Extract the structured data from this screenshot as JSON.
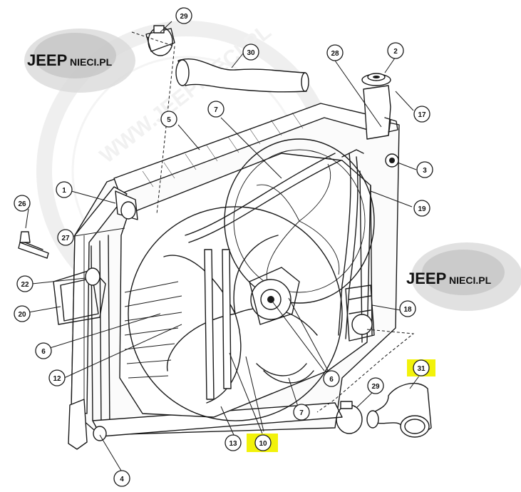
{
  "watermark": {
    "logo_main": "JEEP",
    "logo_suffix": "NIECI.PL",
    "stamp_ring": "WWW.JEEPNIECI.PL"
  },
  "callouts": {
    "c1": "1",
    "c2": "2",
    "c3": "3",
    "c4": "4",
    "c5": "5",
    "c6a": "6",
    "c6b": "6",
    "c7a": "7",
    "c7b": "7",
    "c10": "10",
    "c12": "12",
    "c13": "13",
    "c17": "17",
    "c18": "18",
    "c19": "19",
    "c20": "20",
    "c22": "22",
    "c26": "26",
    "c27": "27",
    "c28": "28",
    "c29a": "29",
    "c29b": "29",
    "c30": "30",
    "c31": "31"
  },
  "highlight_color": "#f2f20a"
}
